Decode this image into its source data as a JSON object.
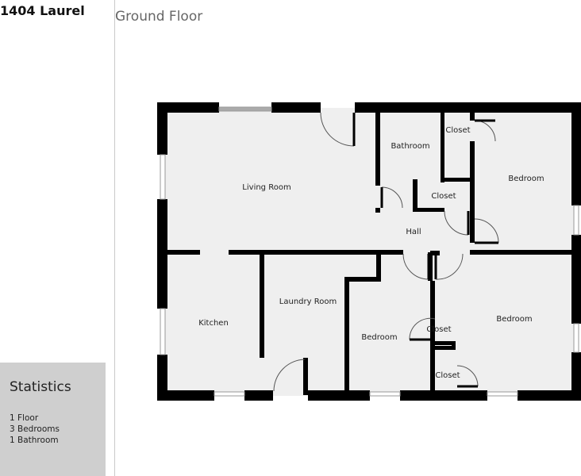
{
  "property": {
    "title": "1404 Laurel"
  },
  "floor": {
    "label": "Ground Floor"
  },
  "statistics": {
    "heading": "Statistics",
    "items": [
      "1 Floor",
      "3 Bedrooms",
      "1 Bathroom"
    ]
  },
  "rooms": {
    "living_room": "Living Room",
    "bathroom": "Bathroom",
    "closet_top": "Closet",
    "closet_mid": "Closet",
    "bedroom_ne": "Bedroom",
    "hall": "Hall",
    "kitchen": "Kitchen",
    "laundry_room": "Laundry Room",
    "bedroom_s": "Bedroom",
    "closet_s1": "Closet",
    "closet_s2": "Closet",
    "bedroom_se": "Bedroom"
  },
  "colors": {
    "wall": "#000000",
    "floor": "#efefef",
    "window": "#aaaaaa",
    "stats_bg": "#cfcfcf"
  }
}
